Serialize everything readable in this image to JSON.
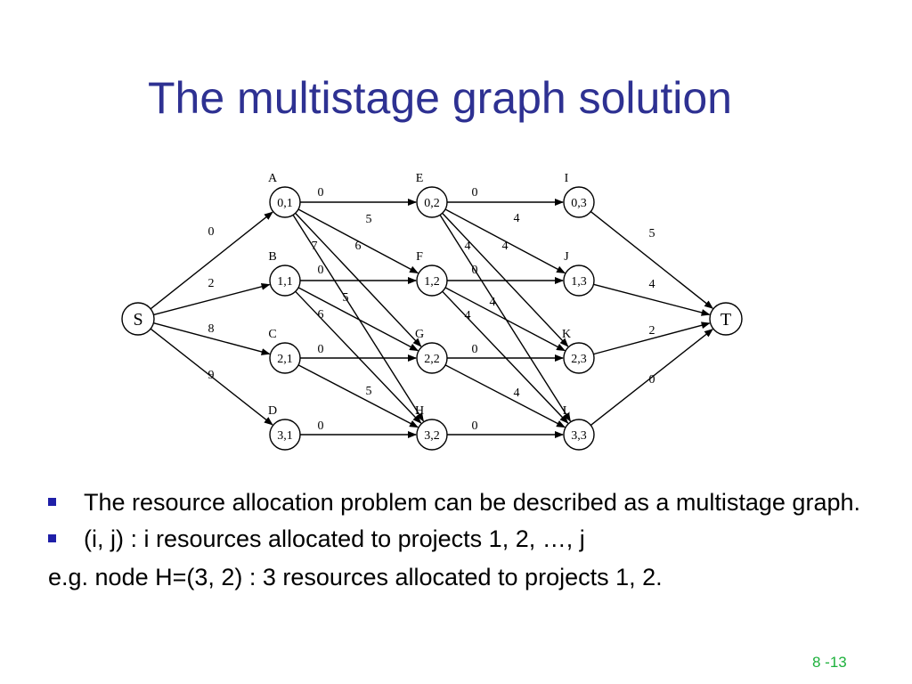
{
  "slide": {
    "title": "The multistage graph solution",
    "page_number": "8 -13",
    "bullet_color": "#1f1fa8",
    "title_color": "#2e3192",
    "page_number_color": "#1db13c"
  },
  "graph": {
    "nodes": [
      {
        "id": "S",
        "label": "S",
        "letter": ""
      },
      {
        "id": "A",
        "label": "0,1",
        "letter": "A"
      },
      {
        "id": "B",
        "label": "1,1",
        "letter": "B"
      },
      {
        "id": "C",
        "label": "2,1",
        "letter": "C"
      },
      {
        "id": "D",
        "label": "3,1",
        "letter": "D"
      },
      {
        "id": "E",
        "label": "0,2",
        "letter": "E"
      },
      {
        "id": "F",
        "label": "1,2",
        "letter": "F"
      },
      {
        "id": "G",
        "label": "2,2",
        "letter": "G"
      },
      {
        "id": "H",
        "label": "3,2",
        "letter": "H"
      },
      {
        "id": "I",
        "label": "0,3",
        "letter": "I"
      },
      {
        "id": "J",
        "label": "1,3",
        "letter": "J"
      },
      {
        "id": "K",
        "label": "2,3",
        "letter": "K"
      },
      {
        "id": "L",
        "label": "3,3",
        "letter": "L"
      },
      {
        "id": "T",
        "label": "T",
        "letter": ""
      }
    ],
    "edges": [
      {
        "from": "S",
        "to": "A",
        "weight": "0"
      },
      {
        "from": "S",
        "to": "B",
        "weight": "2"
      },
      {
        "from": "S",
        "to": "C",
        "weight": "8"
      },
      {
        "from": "S",
        "to": "D",
        "weight": "9"
      },
      {
        "from": "A",
        "to": "E",
        "weight": "0"
      },
      {
        "from": "A",
        "to": "F",
        "weight": "5"
      },
      {
        "from": "A",
        "to": "G",
        "weight": "6"
      },
      {
        "from": "A",
        "to": "H",
        "weight": "7"
      },
      {
        "from": "B",
        "to": "F",
        "weight": "0"
      },
      {
        "from": "B",
        "to": "G",
        "weight": "5"
      },
      {
        "from": "B",
        "to": "H",
        "weight": "6"
      },
      {
        "from": "C",
        "to": "G",
        "weight": "0"
      },
      {
        "from": "C",
        "to": "H",
        "weight": "5"
      },
      {
        "from": "D",
        "to": "H",
        "weight": "0"
      },
      {
        "from": "E",
        "to": "I",
        "weight": "0"
      },
      {
        "from": "E",
        "to": "J",
        "weight": "4"
      },
      {
        "from": "E",
        "to": "K",
        "weight": "4"
      },
      {
        "from": "E",
        "to": "L",
        "weight": "4"
      },
      {
        "from": "F",
        "to": "J",
        "weight": "0"
      },
      {
        "from": "F",
        "to": "K",
        "weight": "4"
      },
      {
        "from": "F",
        "to": "L",
        "weight": "4"
      },
      {
        "from": "G",
        "to": "K",
        "weight": "0"
      },
      {
        "from": "G",
        "to": "L",
        "weight": "4"
      },
      {
        "from": "H",
        "to": "L",
        "weight": "0"
      },
      {
        "from": "I",
        "to": "T",
        "weight": "5"
      },
      {
        "from": "J",
        "to": "T",
        "weight": "4"
      },
      {
        "from": "K",
        "to": "T",
        "weight": "2"
      },
      {
        "from": "L",
        "to": "T",
        "weight": "0"
      }
    ]
  },
  "bullets": [
    "The resource allocation problem can be described as a multistage graph.",
    "(i, j) : i resources allocated to projects 1, 2, …, j"
  ],
  "example": "e.g.  node H=(3, 2) : 3 resources allocated to projects 1, 2."
}
